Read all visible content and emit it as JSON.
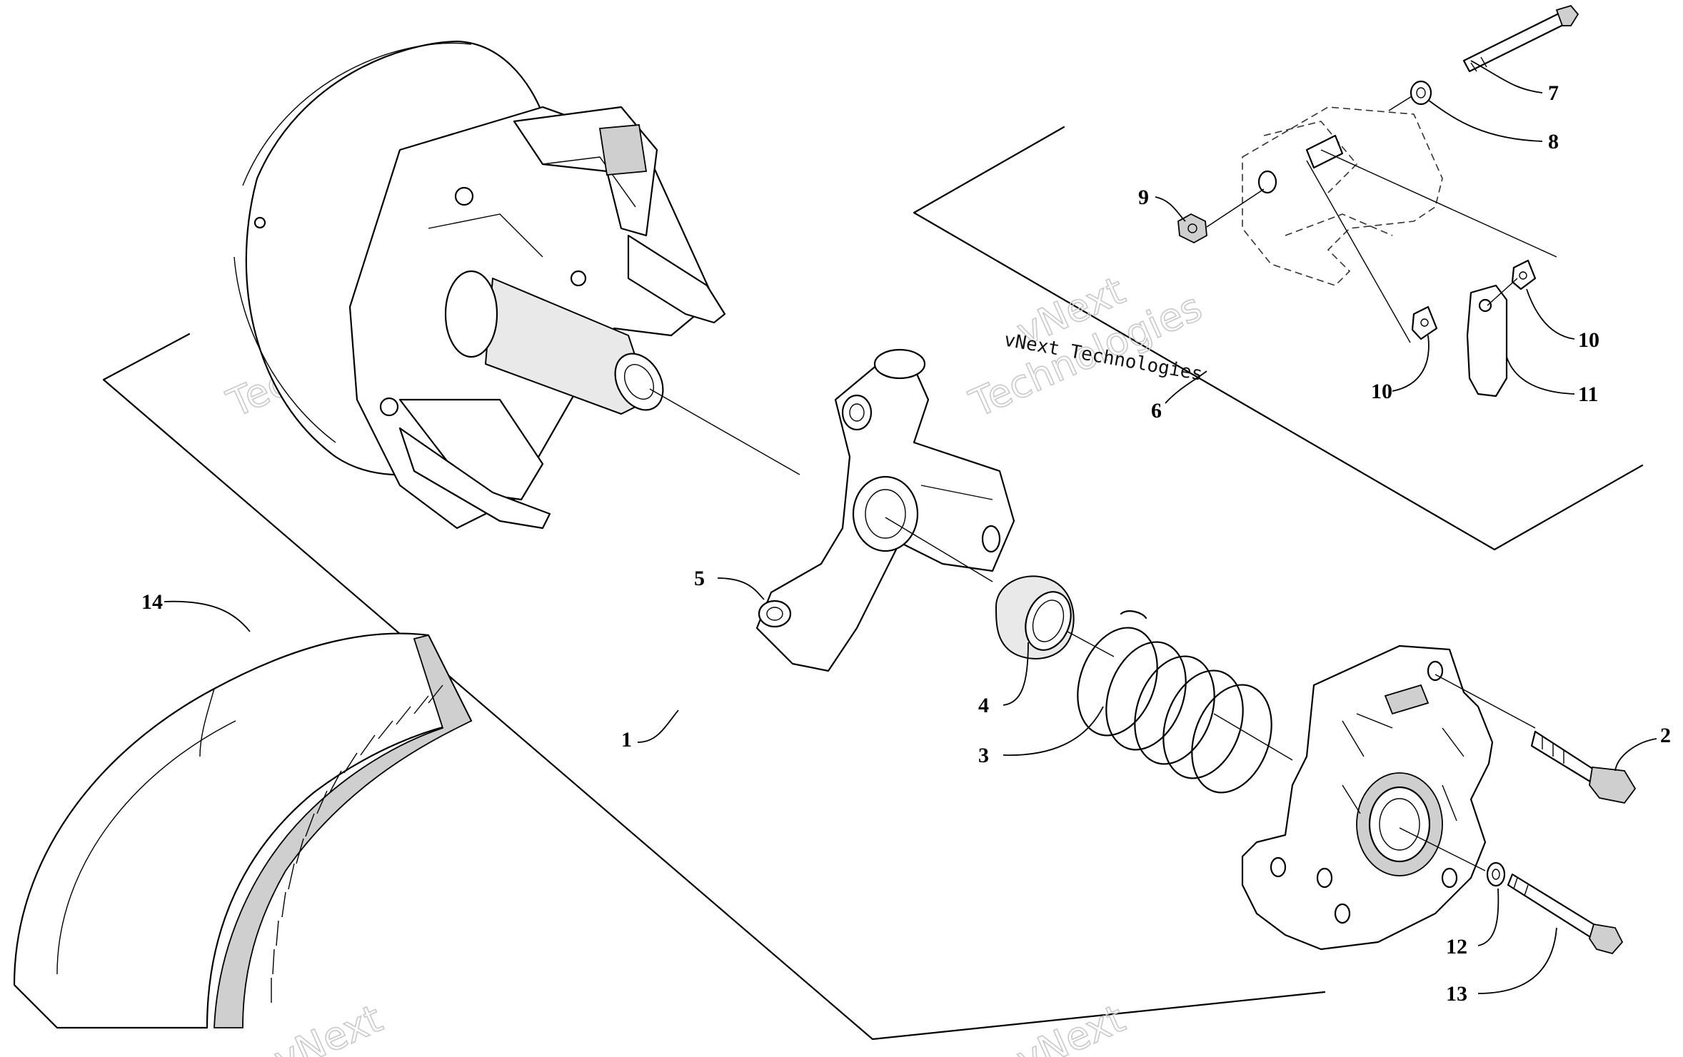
{
  "diagram": {
    "callouts": [
      {
        "id": "1",
        "label": "1"
      },
      {
        "id": "2",
        "label": "2"
      },
      {
        "id": "3",
        "label": "3"
      },
      {
        "id": "4",
        "label": "4"
      },
      {
        "id": "5",
        "label": "5"
      },
      {
        "id": "6",
        "label": "6"
      },
      {
        "id": "7",
        "label": "7"
      },
      {
        "id": "8",
        "label": "8"
      },
      {
        "id": "9",
        "label": "9"
      },
      {
        "id": "10a",
        "label": "10"
      },
      {
        "id": "10b",
        "label": "10"
      },
      {
        "id": "11",
        "label": "11"
      },
      {
        "id": "12",
        "label": "12"
      },
      {
        "id": "13",
        "label": "13"
      },
      {
        "id": "14",
        "label": "14"
      }
    ],
    "watermarks": {
      "small": "vNext Technologies",
      "big_line1": "vNext",
      "big_line2": "Technologies"
    }
  }
}
